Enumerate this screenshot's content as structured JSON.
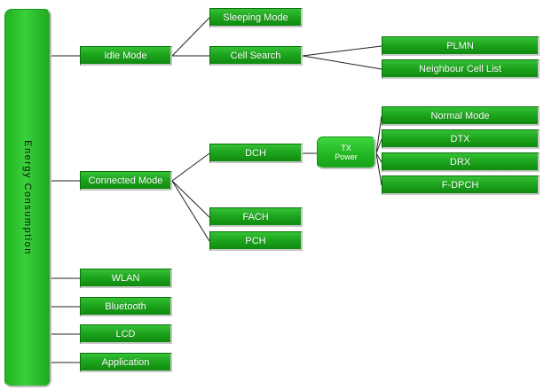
{
  "root": {
    "label": "Energy Consumption"
  },
  "level1": {
    "idle_mode": "Idle Mode",
    "connected_mode": "Connected Mode",
    "wlan": "WLAN",
    "bluetooth": "Bluetooth",
    "lcd": "LCD",
    "application": "Application"
  },
  "idle": {
    "sleeping_mode": "Sleeping Mode",
    "cell_search": "Cell Search",
    "plmn": "PLMN",
    "neighbour_cell_list": "Neighbour Cell List"
  },
  "connected": {
    "dch": "DCH",
    "fach": "FACH",
    "pch": "PCH",
    "tx_power_line1": "TX",
    "tx_power_line2": "Power",
    "normal_mode": "Normal Mode",
    "dtx": "DTX",
    "drx": "DRX",
    "f_dpch": "F-DPCH"
  }
}
